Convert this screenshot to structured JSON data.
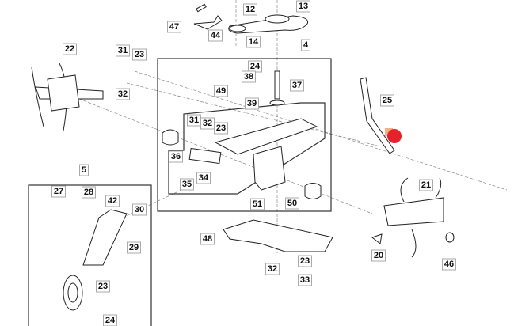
{
  "diagram": {
    "callouts": [
      "12",
      "13",
      "47",
      "44",
      "14",
      "4",
      "22",
      "31",
      "23",
      "24",
      "38",
      "37",
      "32",
      "49",
      "39",
      "25",
      "31",
      "32",
      "23",
      "36",
      "35",
      "34",
      "5",
      "27",
      "28",
      "42",
      "30",
      "29",
      "51",
      "50",
      "21",
      "48",
      "20",
      "46",
      "23",
      "32",
      "33",
      "23",
      "24"
    ],
    "marker_colors": {
      "dot": "#e8202a",
      "square": "#f4b183"
    }
  }
}
